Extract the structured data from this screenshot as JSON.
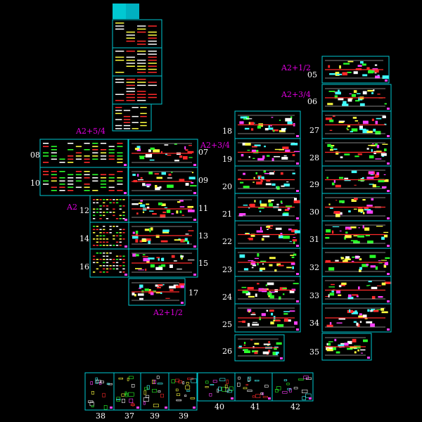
{
  "colors": {
    "background": "#000000",
    "frame": "#00c8d2",
    "label_number": "#ffffff",
    "label_size": "#e000e0",
    "plan_red": "#ff2a2a",
    "plan_green": "#2aff2a",
    "plan_white": "#ffffff",
    "plan_yellow": "#ffff40",
    "plan_cyan": "#40ffff",
    "plan_magenta": "#ff40ff",
    "title_block": "#00c8d2"
  },
  "size_labels": {
    "left_a2_54": "A2+5/4",
    "left_a2": "A2",
    "left_a2_12": "A2+1/2",
    "mid_a2_34": "A2+3/4",
    "right_a2_12": "A2+1/2",
    "right_a2_34": "A2+3/4"
  },
  "sheet_numbers": {
    "s05": "05",
    "s06": "06",
    "s07": "07",
    "s08": "08",
    "s09": "09",
    "s10": "10",
    "s11": "11",
    "s12": "12",
    "s13": "13",
    "s14": "14",
    "s15": "15",
    "s16": "16",
    "s17": "17",
    "s18": "18",
    "s19": "19",
    "s20": "20",
    "s21": "21",
    "s22": "22",
    "s23": "23",
    "s24": "24",
    "s25": "25",
    "s26": "26",
    "s27": "27",
    "s28": "28",
    "s29": "29",
    "s30": "30",
    "s31": "31",
    "s32": "32",
    "s33": "33",
    "s34": "34",
    "s35": "35",
    "s38": "38",
    "s37": "37",
    "s39a": "39",
    "s39b": "39",
    "s40": "40",
    "s41": "41",
    "s42": "42"
  }
}
